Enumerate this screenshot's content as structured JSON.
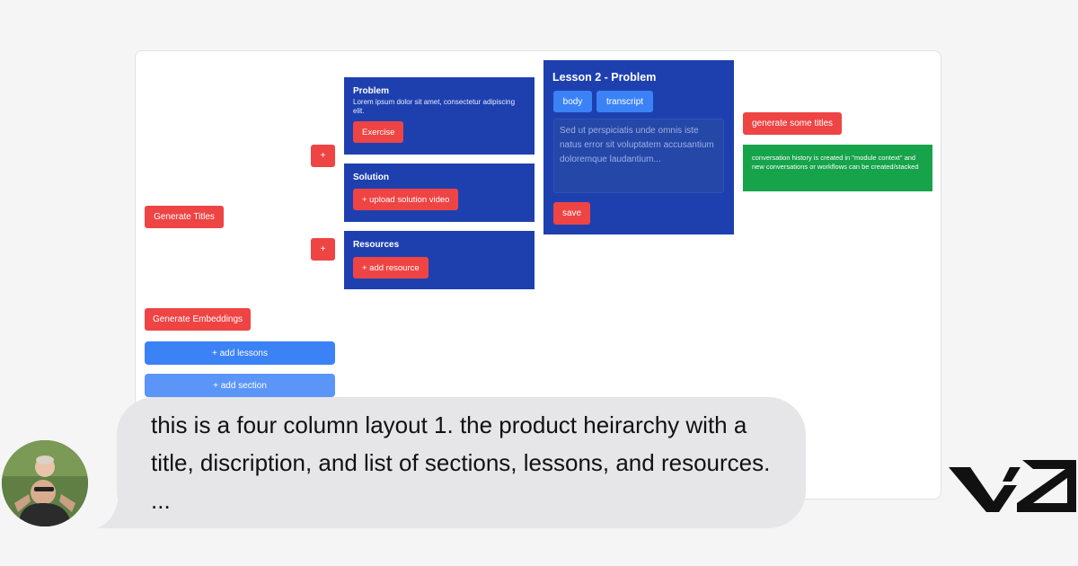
{
  "column1": {
    "generate_titles": "Generate Titles",
    "generate_embeddings": "Generate Embeddings",
    "add_lessons": "+ add lessons",
    "add_section": "+ add section"
  },
  "column2": {
    "plus_buttons": [
      "+",
      "+"
    ],
    "problem": {
      "title": "Problem",
      "description": "Lorem ipsum dolor sit amet, consectetur adipiscing elit.",
      "button": "Exercise"
    },
    "solution": {
      "title": "Solution",
      "button": "+ upload solution video"
    },
    "resources": {
      "title": "Resources",
      "button": "+ add resource"
    }
  },
  "column3": {
    "title": "Lesson 2 - Problem",
    "tabs": [
      "body",
      "transcript"
    ],
    "textarea_value": "Sed ut perspiciatis unde omnis iste natus error sit voluptatem accusantium doloremque laudantium...",
    "save": "save"
  },
  "column4": {
    "generate_some_titles": "generate some titles",
    "note": "conversation history is created in \"module context\" and new conversations or workflows can be created/stacked"
  },
  "chat": {
    "message": "this is a four column layout 1. the product heirarchy with a title, discription, and list of sections, lessons, and resources. ..."
  },
  "colors": {
    "card_blue": "#1e40af",
    "button_red": "#ef4444",
    "button_blue": "#3b82f6",
    "note_green": "#16a34a"
  }
}
